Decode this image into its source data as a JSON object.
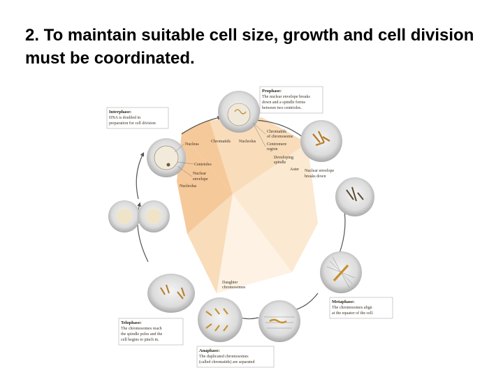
{
  "slide": {
    "title_parts": [
      {
        "text": "2. To maintain suitable cell size, ",
        "bold": false
      },
      {
        "text": "growth",
        "bold": true
      },
      {
        "text": " and ",
        "bold": false
      },
      {
        "text": "cell division",
        "bold": true
      },
      {
        "text": " must be ",
        "bold": false
      },
      {
        "text": "coordinated",
        "bold": true
      },
      {
        "text": ".",
        "bold": false
      }
    ]
  },
  "diagram": {
    "interphase": {
      "heading": "Interphase:",
      "line1": "DNA is doubled in",
      "line2": "preparation for cell division"
    },
    "prophase": {
      "heading": "Prophase:",
      "line1": "The nuclear envelope breaks",
      "line2": "down and a spindle forms",
      "line3": "between two centrioles."
    },
    "metaphase": {
      "heading": "Metaphase:",
      "line1": "The chromosomes align",
      "line2": "at the equator of the cell."
    },
    "anaphase": {
      "heading": "Anaphase:",
      "line1": "The duplicated chromosomes",
      "line2": "(called chromatids) are separated"
    },
    "telophase": {
      "heading": "Telophase:",
      "line1": "The chromosomes reach",
      "line2": "the spindle poles and the",
      "line3": "cell begins to pinch in."
    },
    "labels": {
      "nucleus": "Nucleus",
      "centrioles": "Centrioles",
      "nuclear_envelope_1": "Nuclear",
      "nuclear_envelope_2": "envelope",
      "nucleolus_left": "Nucleolus",
      "chromatids": "Chromatids",
      "nucleolus_top": "Nucleolus",
      "chromatids_of_1": "Chromatids",
      "chromatids_of_2": "of chromosome",
      "centromere_1": "Centromere",
      "centromere_2": "region",
      "developing_1": "Developing",
      "developing_2": "spindle",
      "aster": "Aster",
      "nuc_breaks_1": "Nuclear envelope",
      "nuc_breaks_2": "breaks down",
      "daughter_1": "Daughter",
      "daughter_2": "chromosomes"
    },
    "colors": {
      "wedge_dark": "#f6c99a",
      "wedge_mid": "#f9dcba",
      "wedge_light": "#fbe9d2",
      "wedge_pale": "#fdf2e3",
      "cell_outer": "#bdbdbd",
      "cell_inner": "#e8e8e8",
      "chromosome": "#c8902c"
    }
  }
}
